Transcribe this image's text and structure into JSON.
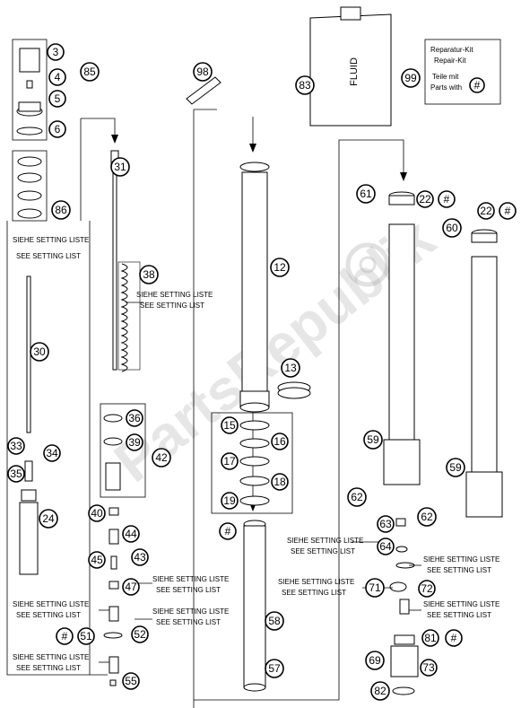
{
  "callouts": {
    "c3": "3",
    "c4": "4",
    "c5": "5",
    "c6": "6",
    "c85": "85",
    "c86": "86",
    "c31": "31",
    "c38": "38",
    "c30": "30",
    "c33": "33",
    "c34": "34",
    "c35": "35",
    "c24": "24",
    "c36": "36",
    "c39": "39",
    "c42": "42",
    "c40": "40",
    "c44": "44",
    "c45": "45",
    "c43": "43",
    "c47": "47",
    "c51": "51",
    "c52": "52",
    "c55": "55",
    "c98": "98",
    "c12": "12",
    "c13": "13",
    "c15": "15",
    "c16": "16",
    "c17": "17",
    "c18": "18",
    "c19": "19",
    "c58": "58",
    "c57": "57",
    "c83": "83",
    "c99": "99",
    "c61": "61",
    "c22a": "22",
    "c60": "60",
    "c22b": "22",
    "c59a": "59",
    "c62": "62",
    "c59b": "59",
    "c62b": "62",
    "c63": "63",
    "c64": "64",
    "c71": "71",
    "c72": "72",
    "c81": "81",
    "c69": "69",
    "c73": "73",
    "c82": "82",
    "hash": "#"
  },
  "notes": {
    "siehe": "SIEHE SETTING LISTE",
    "see": "SEE SETTING LIST"
  },
  "kit": {
    "line1": "Reparatur-Kit",
    "line2": "Repair-Kit",
    "line3": "Teile mit",
    "line4": "Parts with"
  },
  "can_label": "FLUID",
  "watermark": "PartsRepublik"
}
